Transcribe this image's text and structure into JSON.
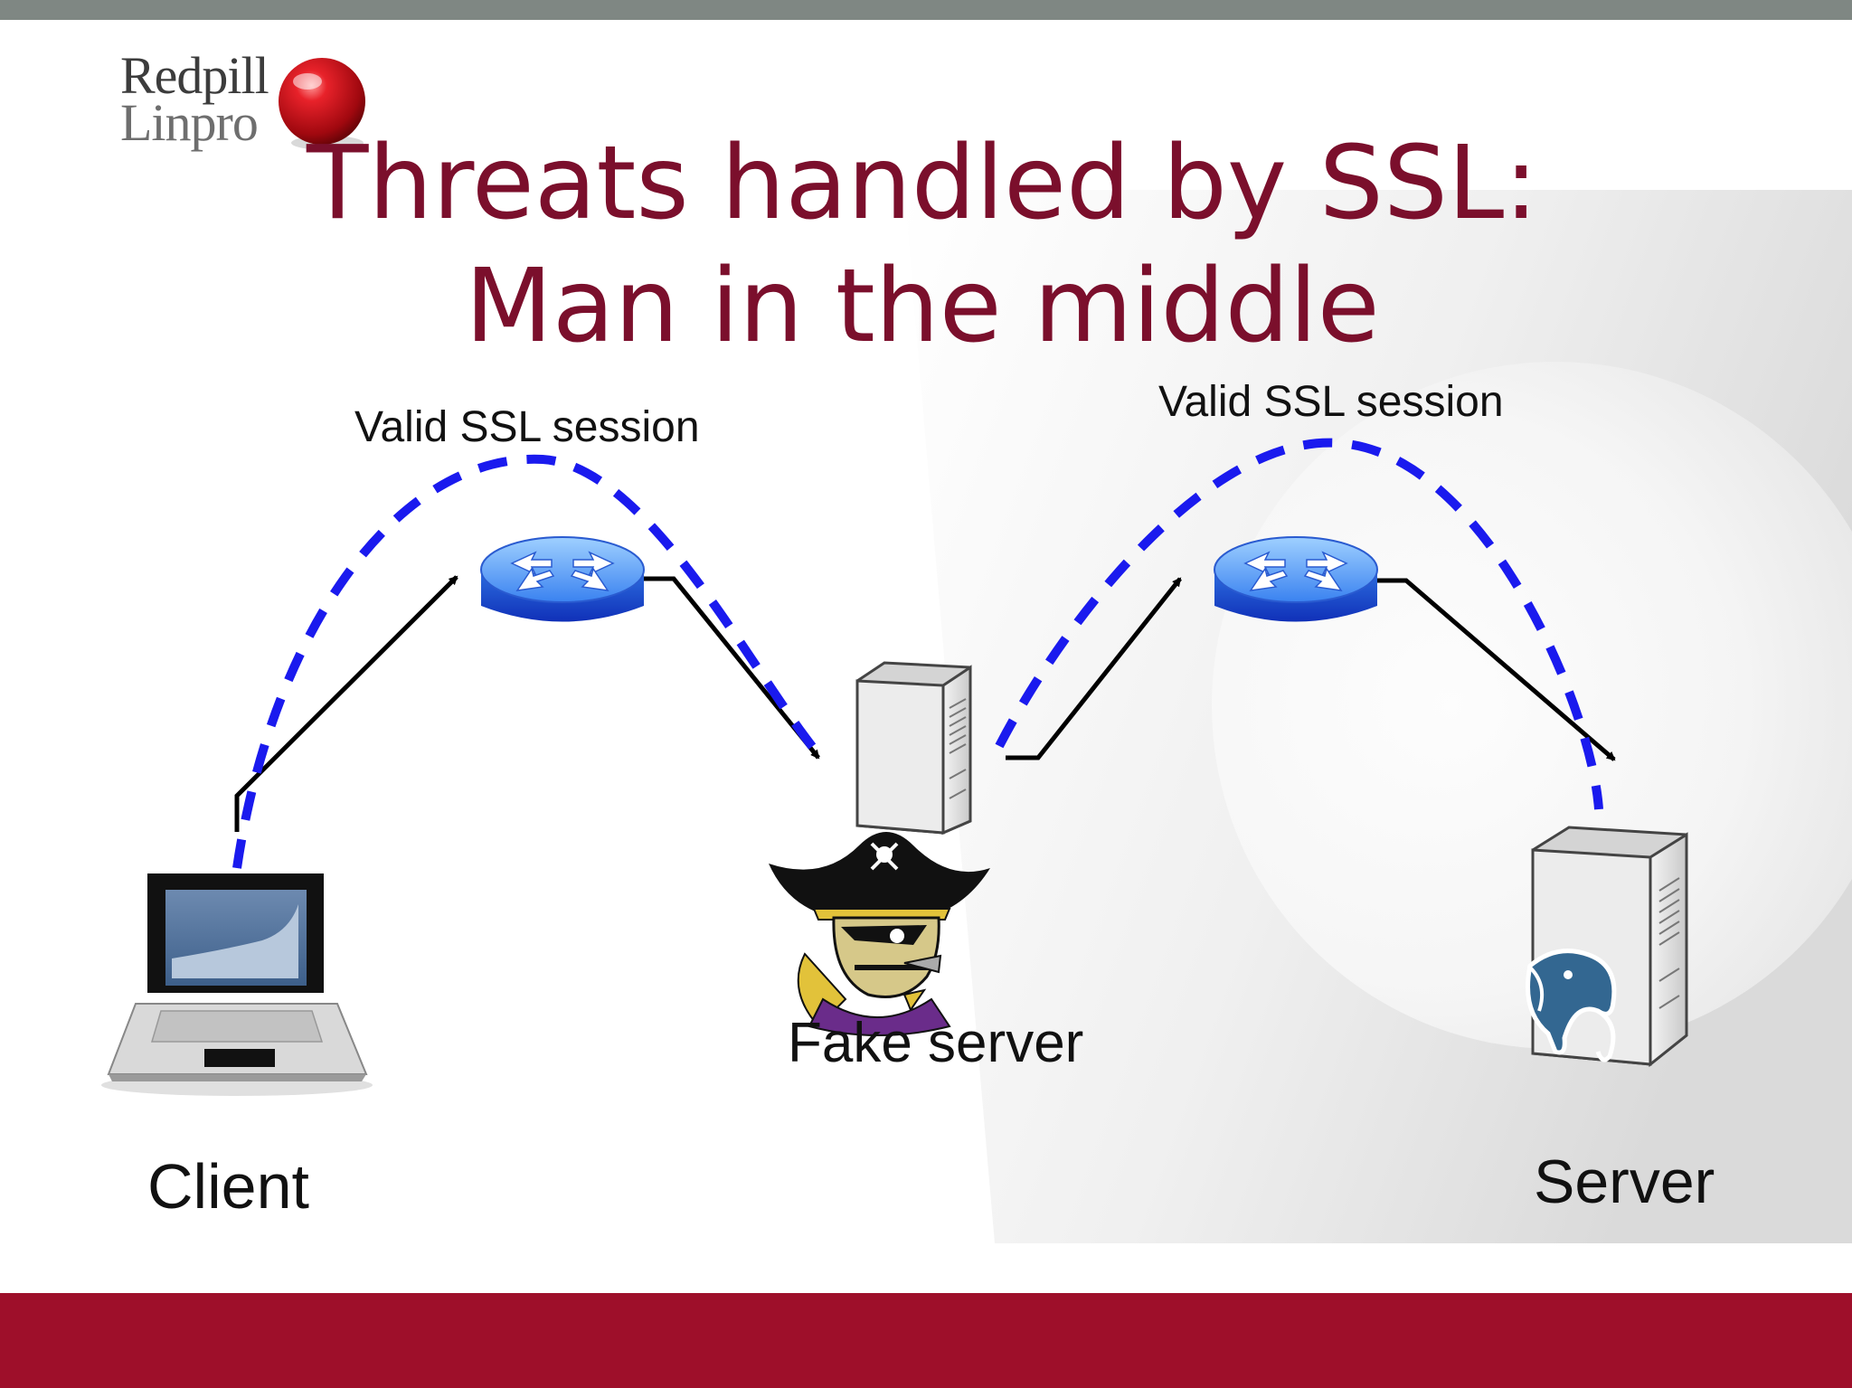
{
  "logo": {
    "line1": "Redpill",
    "line2": "Linpro"
  },
  "title": {
    "line1": "Threats handled by SSL:",
    "line2": "Man in the middle"
  },
  "labels": {
    "session_left": "Valid SSL session",
    "session_right": "Valid SSL session",
    "fake_server": "Fake server",
    "client": "Client",
    "server": "Server"
  },
  "colors": {
    "title": "#7b0f2c",
    "bottom_bar": "#9e0f2a",
    "top_bar": "#7f8783",
    "ssl_session_dash": "#1a1aee",
    "network_path": "#000000"
  },
  "icons": [
    "laptop-icon",
    "router-icon",
    "router-icon",
    "server-tower-icon",
    "pirate-icon",
    "server-tower-icon",
    "postgresql-elephant-icon"
  ]
}
